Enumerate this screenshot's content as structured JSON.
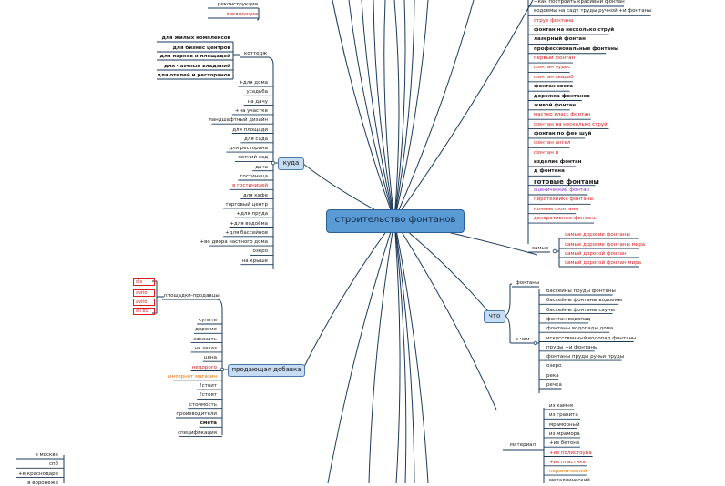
{
  "root": "строительство фонтанов",
  "nodes": {
    "kuda": "куда",
    "prodayushchaya": "продающая добавка",
    "chto": "что"
  },
  "top_left": [
    "реконструкция",
    "ликвидация"
  ],
  "kottedzh_label": "коттедж",
  "kottedzh_items": [
    "для жилых комплексов",
    "для бизнес центров",
    "для парков и площадей",
    "для частных владений",
    "для отелей и ресторанов"
  ],
  "kuda_items": [
    "+для дома",
    "усадьба",
    "на дачу",
    "+на участке",
    "ландшафтный дизайн",
    "для площади",
    "для сада",
    "для ресторана",
    "летний сад",
    "дача",
    "гостиница",
    "в гостиницей",
    "для кафе",
    "торговый центр",
    "+для пруда",
    "+для водоёма",
    "+для бассейнов",
    "+во двора частного дома",
    "озеро",
    "на крыше"
  ],
  "ploshchadki_label": "площадки-продавцы",
  "ploshchadki_items": [
    "olx",
    "avito",
    "avito",
    "all biz"
  ],
  "prod_items": [
    "купить",
    "дорогие",
    "заказать",
    "на заказ",
    "цена",
    "недорого",
    "интернет магазин",
    "!стоит",
    "!стоят",
    "стоимость",
    "производители",
    "смета",
    "спецификация"
  ],
  "right_top": [
    "+как построить красивый фонтан",
    "водоемы на саду труды ручной +и фонтаны",
    "струе фонтана",
    "фонтан на несколько струй",
    "лазерный фонтан",
    "профессиональные фонтаны",
    "первый фонтан",
    "фонтан чудес",
    "фонтан свадьб",
    "фонтан света",
    "дорожка фонтанов",
    "живой фонтан",
    "мастер класс фонтан",
    "фонтан на несколько струй",
    "фонтан по фен шуй",
    "фонтан ангел",
    "фонтан и",
    "изделие фонтан",
    "д фонтана",
    "готовые фонтаны",
    "сценический фонтан",
    "пиротехника фонтаны",
    "ночные фонтаны",
    "декоративные фонтаны"
  ],
  "samye_label": "самые",
  "samye_items": [
    "самые дорогие фонтаны",
    "самые дорогие фонтаны мира",
    "самый дорогой фонтан",
    "самый дорогой фонтан мира"
  ],
  "fontany_label": "фонтаны",
  "s_chem_label": "с чем",
  "s_chem_items": [
    "бассейны пруды фонтаны",
    "бассейны фонтаны водоемы",
    "бассейны фонтаны сауны",
    "фонтан водопад",
    "фонтаны водопады дома",
    "искусственный водопад фонтаны",
    "пруды +и фонтаны",
    "фонтаны пруды ручьи пруды",
    "озеро",
    "река",
    "речка"
  ],
  "material_label": "материал",
  "material_items": [
    "из камня",
    "из гранита",
    "мраморный",
    "из мрамора",
    "+из бетона",
    "+из полистоуна",
    "+из пластика",
    "керамический",
    "металлический"
  ],
  "bottom_left": [
    "в москве",
    "спб",
    "+в краснодаре",
    "в воронеже"
  ],
  "colors": {
    "root": "#5a9bd6",
    "node": "#c6dcf3",
    "line": "#1b3a5a",
    "red": "#d42020",
    "orange": "#e07000",
    "purple": "#8a2be2"
  }
}
